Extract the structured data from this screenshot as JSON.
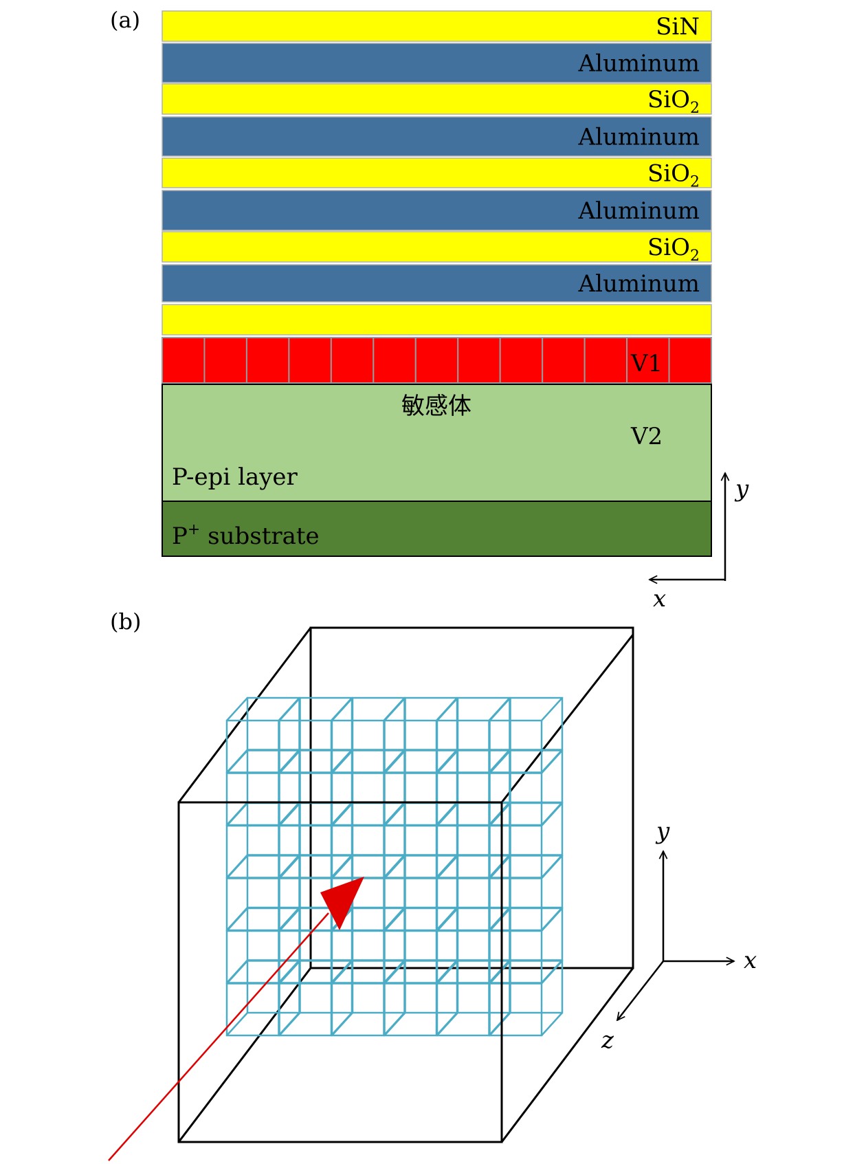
{
  "panel_a": {
    "label": "(a)",
    "layers": [
      {
        "label": "SiN",
        "sub": "",
        "fill": "#ffff00"
      },
      {
        "label": "Aluminum",
        "sub": "",
        "fill": "#41719c"
      },
      {
        "label": "SiO",
        "sub": "2",
        "fill": "#ffff00"
      },
      {
        "label": "Aluminum",
        "sub": "",
        "fill": "#41719c"
      },
      {
        "label": "SiO",
        "sub": "2",
        "fill": "#ffff00"
      },
      {
        "label": "Aluminum",
        "sub": "",
        "fill": "#41719c"
      },
      {
        "label": "SiO",
        "sub": "2",
        "fill": "#ffff00"
      },
      {
        "label": "Aluminum",
        "sub": "",
        "fill": "#41719c"
      },
      {
        "label": "",
        "sub": "",
        "fill": "#ffff00"
      }
    ],
    "v1_row": {
      "cells": 13,
      "label": "V1",
      "fill": "#ff0000"
    },
    "sensitive_volume": {
      "label": "敏感体",
      "v2_label": "V2",
      "layer_label": "P-epi layer",
      "fill": "#a9d18e"
    },
    "substrate": {
      "label_base": "P",
      "label_sup": "+",
      "label_rest": " substrate",
      "fill": "#548235"
    },
    "axes": {
      "y": "y",
      "x": "x"
    }
  },
  "panel_b": {
    "label": "(b)",
    "grid": {
      "cols": 6,
      "rows": 6,
      "color": "#4bacc6"
    },
    "particle_track_color": "#e00000",
    "axes": {
      "y": "y",
      "x": "x",
      "z": "z"
    }
  }
}
